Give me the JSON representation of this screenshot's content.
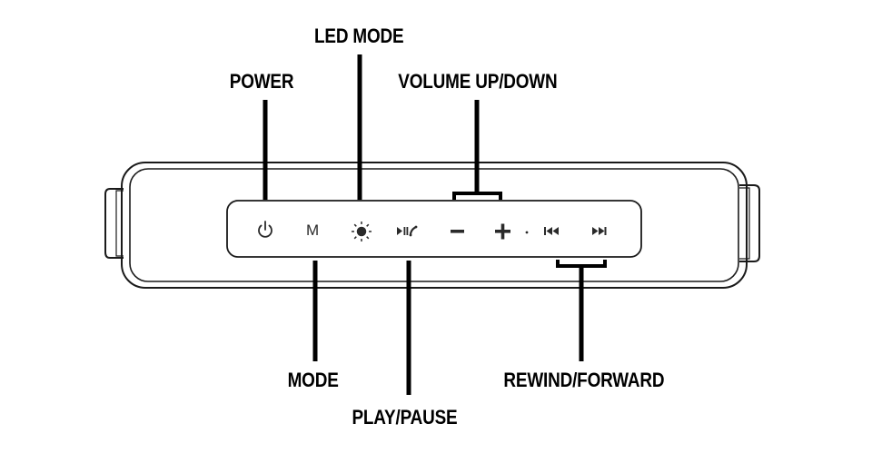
{
  "callouts": {
    "power": "POWER",
    "led_mode": "LED MODE",
    "volume": "VOLUME UP/DOWN",
    "mode": "MODE",
    "play_pause": "PLAY/PAUSE",
    "rewind_forward": "REWIND/FORWARD"
  },
  "buttons": {
    "power": "power-icon",
    "mode": "M",
    "led": "sun-icon",
    "play_pause": "play-pause-call-icon",
    "volume_down": "minus-icon",
    "volume_up": "plus-icon",
    "rewind": "rewind-icon",
    "forward": "forward-icon"
  },
  "colors": {
    "line": "#000000",
    "outline": "#1a1a1a",
    "icon": "#2a2a2a"
  }
}
